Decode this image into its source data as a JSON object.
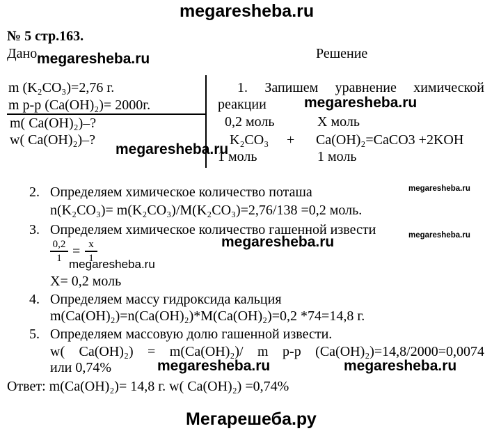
{
  "watermarks": {
    "top": "megaresheba.ru",
    "bottom": "Мегарешеба.ру",
    "inline": "megaresheba.ru",
    "thin": "megaresheba.ru"
  },
  "header": {
    "task": "№ 5 стр.163."
  },
  "given": {
    "label": "Дано",
    "lines": [
      "m (K₂CO₃)=2,76 г.",
      "m р-р (Ca(OH)₂)= 2000г."
    ],
    "find": [
      "m( Ca(OH)₂)–?",
      "w( Ca(OH)₂)–?"
    ]
  },
  "solution": {
    "label": "Решение",
    "step1_words": [
      "1.",
      "Запишем",
      "уравнение",
      "химической"
    ],
    "step1_line2": "реакции",
    "eq_top_left": "0,2 моль",
    "eq_top_right": "X моль",
    "eq_left": "K₂CO₃",
    "eq_plus": "+",
    "eq_right": "Ca(OH)₂=CaCO3 +2KOH",
    "eq_bot_left": "1 моль",
    "eq_bot_right": "1 моль"
  },
  "steps": [
    {
      "num": "2.",
      "title": "Определяем химическое количество поташа",
      "body": "n(K₂CO₃)= m(K₂CO₃)/M(K₂CO₃)=2,76/138 =0,2 моль."
    },
    {
      "num": "3.",
      "title": "Определяем химическое количество гашенной извести",
      "frac_left_num": "0,2",
      "frac_left_den": "1",
      "frac_eq": "=",
      "frac_right_num": "x",
      "frac_right_den": "1",
      "result": "X= 0,2 моль"
    },
    {
      "num": "4.",
      "title": "Определяем массу гидроксида кальция",
      "body": "m(Ca(OH)₂)=n(Ca(OH)₂)*M(Ca(OH)₂)=0,2 *74=14,8 г."
    },
    {
      "num": "5.",
      "title": "Определяем массовую долю гашенной извести.",
      "body_words": [
        "w(",
        "Ca(OH)₂)",
        "=",
        "m(Ca(OH)₂)/",
        "m",
        "р-р",
        "(Ca(OH)₂)=14,8/2000=0,0074"
      ],
      "body2": "или 0,74%"
    }
  ],
  "answer": "Ответ: m(Ca(OH)₂)= 14,8 г. w( Ca(OH)₂) =0,74%"
}
